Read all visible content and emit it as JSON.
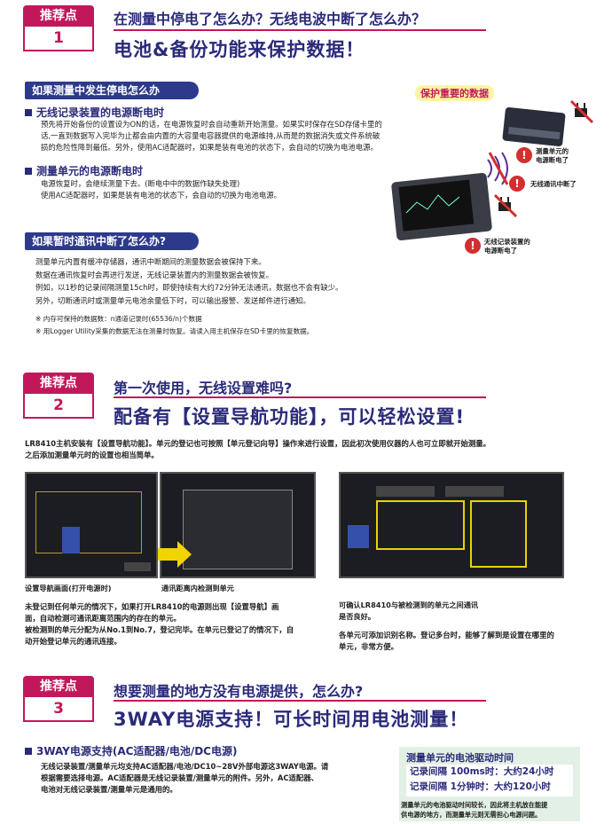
{
  "section1": {
    "badge_label": "推荐点",
    "badge_num": "1",
    "sub": "在测量中停电了怎么办？无线电波中断了怎么办？",
    "main": "电池&备份功能来保护数据！",
    "pill1": "如果测量中发生停电怎么办",
    "h1": "无线记录装置的电源断电时",
    "p1": [
      "预先将开始备份的设置设为ON的话，在电源恢复时会自动重新开始测量。如果实时保存在SD存储卡里的",
      "话,一直到数据写入完毕为止都会由内置的大容量电容器提供的电源维持,从而是的数据消失或文件系统破",
      "损的危险性降到最低。另外，使用AC适配器时，如果是装有电池的状态下，会自动的切换为电池电源。"
    ],
    "h2": "测量单元的电源断电时",
    "p2": [
      "电源恢复时，会继续测量下去。(断电中中的数据作缺失处理)",
      "使用AC适配器时，如果是装有电池的状态下，会自动的切换为电池电源。"
    ],
    "pill2": "如果暂时通讯中断了怎么办?",
    "p3": [
      "测量单元内置有缓冲存储器，通讯中断期间的测量数据会被保持下来。",
      "数据在通讯恢复时会再进行发送，无线记录装置内的测量数据会被恢复。",
      "例如，以1秒的记录间隔测量15ch时，即使持续有大约72分钟无法通讯，数据也不会有缺少。",
      "另外，切断通讯时或测量单元电池余量低下时，可以输出报警、发送邮件进行通知。"
    ],
    "note1": "※ 内存可保持的数据数：n通道记录时(65536/n)个数据",
    "note2": "※ 用Logger Utility采集的数据无法在测量时恢复。请读入用主机保存在SD卡里的恢复数据。",
    "protect": "保护重要的数据",
    "tag_unit": [
      "测量单元的",
      "电源断电了"
    ],
    "tag_comm": "无线通讯中断了",
    "tag_logger": [
      "无线记录装置的",
      "电源断电了"
    ]
  },
  "section2": {
    "badge_label": "推荐点",
    "badge_num": "2",
    "sub": "第一次使用，无线设置难吗?",
    "main": "配备有【设置导航功能】，可以轻松设置!",
    "p1": [
      "LR8410主机安装有【设置导航功能】。单元的登记也可按照【单元登记向导】操作来进行设置，因此初次使用仪器的人也可立即就开始测量。",
      "之后添加测量单元时的设置也相当简单。"
    ],
    "cap1": "设置导航画面(打开电源时)",
    "cap2": "通讯距离内检测到单元",
    "p2": [
      "未登记到任何单元的情况下，如果打开LR8410的电源则出现【设置导航】画",
      "面，自动检测可通讯距离范围内的存在的单元。",
      "被检测到的单元分配为从No.1到No.7，登记完毕。在单元已登记了的情况下，自",
      "动开始登记单元的通讯连接。"
    ],
    "cap3": [
      "可确认LR8410与被检测到的单元之间通讯",
      "是否良好。"
    ],
    "p3": [
      "各单元可添加识别名称。登记多台时，能够了解到是设置在哪里的",
      "单元，非常方便。"
    ]
  },
  "section3": {
    "badge_label": "推荐点",
    "badge_num": "3",
    "sub": "想要测量的地方没有电源提供，怎么办?",
    "main": "3WAY电源支持！可长时间用电池测量！",
    "h1": "3WAY电源支持(AC适配器/电池/DC电源)",
    "p1": [
      "无线记录装置/测量单元均支持AC适配器/电池/DC10~28V外部电源这3WAY电源。请",
      "根据需要选择电源。AC适配器是无线记录装置/测量单元的附件。另外，AC适配器、",
      "电池对无线记录装置/测量单元是通用的。"
    ],
    "box_title": "测量单元的电池驱动时间",
    "box_rows": [
      "记录间隔 100ms时：大约24小时",
      "记录间隔  1分钟时：大约120小时"
    ],
    "box_note": [
      "测量单元的电池驱动时间较长，因此将主机放在能提",
      "供电源的地方，而测量单元则无需担心电源问题。"
    ]
  },
  "colors": {
    "accent": "#c2185b",
    "navy": "#2d3a8c",
    "title": "#2a2a7a"
  }
}
